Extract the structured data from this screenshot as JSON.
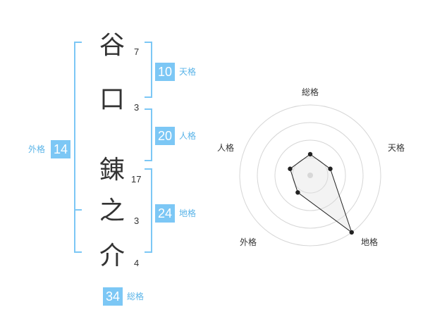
{
  "name": {
    "chars": [
      {
        "char": "谷",
        "strokes": "7"
      },
      {
        "char": "口",
        "strokes": "3"
      },
      {
        "char": "錬",
        "strokes": "17"
      },
      {
        "char": "之",
        "strokes": "3"
      },
      {
        "char": "介",
        "strokes": "4"
      }
    ]
  },
  "fortunes": {
    "tenkaku": {
      "value": "10",
      "label": "天格"
    },
    "jinkaku": {
      "value": "20",
      "label": "人格"
    },
    "chikaku": {
      "value": "24",
      "label": "地格"
    },
    "gaikaku": {
      "value": "14",
      "label": "外格"
    },
    "soukaku": {
      "value": "34",
      "label": "総格"
    }
  },
  "colors": {
    "accent": "#7cc7f5",
    "label": "#5ab4e8"
  },
  "chart_data": {
    "type": "radar",
    "axes": [
      "総格",
      "天格",
      "地格",
      "外格",
      "人格"
    ],
    "values": [
      0.3,
      0.3,
      1.0,
      0.3,
      0.3
    ],
    "rings": 4
  }
}
